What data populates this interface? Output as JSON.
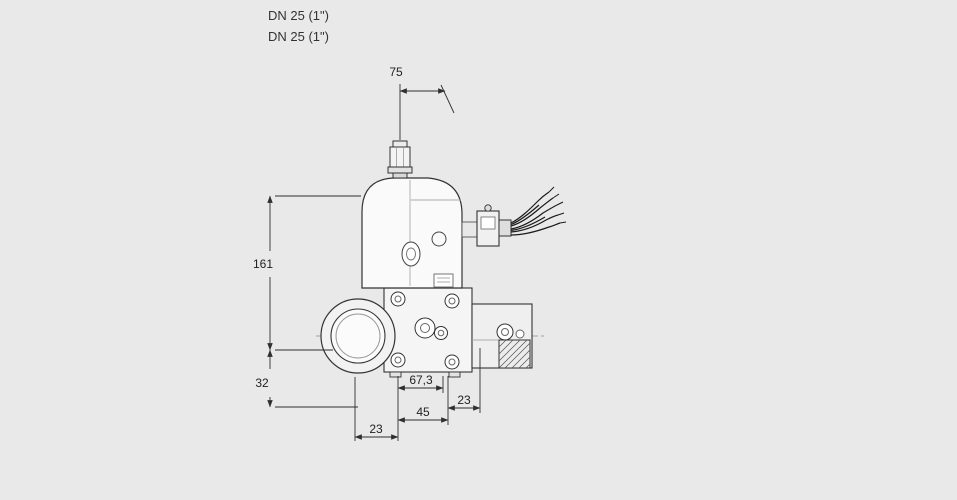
{
  "canvas": {
    "background": "#e9e9e9",
    "line_color": "#2f2f2f",
    "body_fill": "#f5f5f5"
  },
  "header": {
    "dn_label_1": "DN 25 (1\")",
    "dn_label_2": "DN 25 (1\")"
  },
  "dimensions": {
    "top_width": "75",
    "upper_height": "161",
    "lower_height": "32",
    "depth": "67,3",
    "right_offset": "23",
    "port_spacing": "45",
    "left_offset": "23"
  }
}
